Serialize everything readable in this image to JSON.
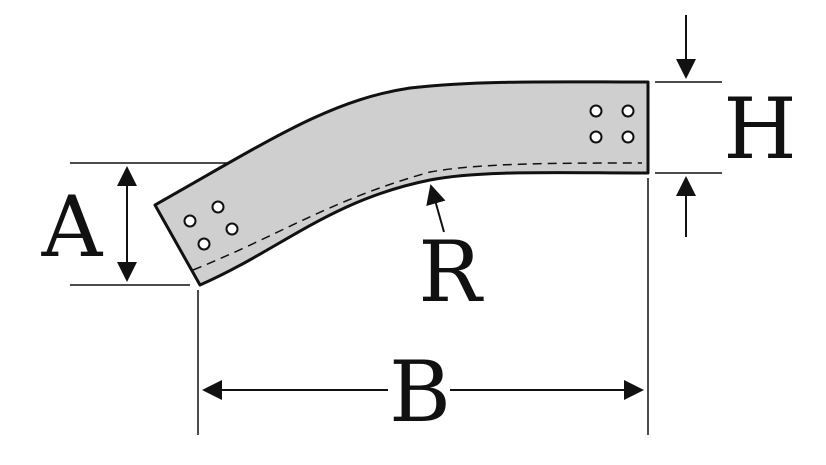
{
  "diagram": {
    "labels": {
      "a": "A",
      "b": "B",
      "h": "H",
      "r": "R"
    },
    "colors": {
      "part_fill": "#cfcfcf",
      "stroke": "#111111",
      "hole_fill": "#ffffff"
    }
  }
}
